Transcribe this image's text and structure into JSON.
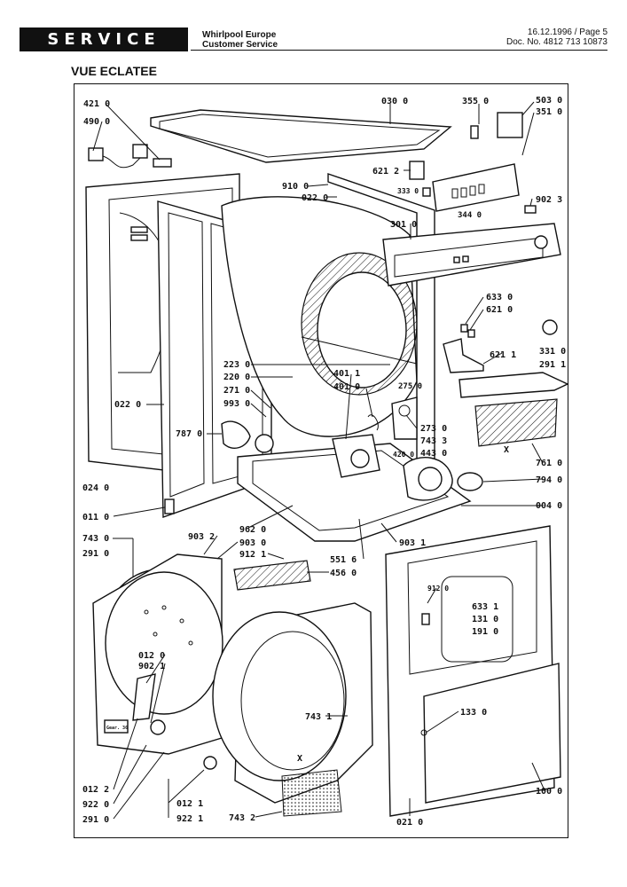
{
  "header": {
    "service_label": "SERVICE",
    "company_line1": "Whirlpool Europe",
    "company_line2": "Customer Service",
    "date_page": "16.12.1996 / Page 5",
    "doc_no": "Doc. No. 4812 713 10873"
  },
  "title": "VUE ECLATEE",
  "callouts": {
    "c0300": "030 0",
    "c4210": "421 0",
    "c4900": "490 0",
    "c3550": "355 0",
    "c5030": "503 0",
    "c3510": "351 0",
    "c6212": "621 2",
    "c9100": "910 0",
    "c0220a": "022 0",
    "c3330": "333 0",
    "c3440": "344 0",
    "c9023": "902 3",
    "c3010": "301 0",
    "c6330": "633 0",
    "c6210": "621 0",
    "c3310": "331 0",
    "c2911a": "291 1",
    "c6211": "621 1",
    "c2230": "223 0",
    "c2200": "220 0",
    "c2710": "271 0",
    "c9930": "993 0",
    "c4011": "401 1",
    "c4010": "401 0",
    "c2750": "275 0",
    "c0220b": "022 0",
    "c7870": "787 0",
    "c2730": "273 0",
    "c7433": "743 3",
    "c4200": "420 0",
    "c4430": "443 0",
    "c7610": "761 0",
    "c7940": "794 0",
    "c0240": "024 0",
    "c0040": "004 0",
    "c0110": "011 0",
    "c9620": "962 0",
    "c9032": "903 2",
    "c9030": "903 0",
    "c9031": "903 1",
    "c7430": "743 0",
    "c2910a": "291 0",
    "c9121a": "912 1",
    "c5516": "551 6",
    "c4560": "456 0",
    "c9120": "912 0",
    "c6331": "633 1",
    "c1310": "131 0",
    "c1910": "191 0",
    "c0120": "012 0",
    "c9021": "902 1",
    "c7431": "743 1",
    "c1330": "133 0",
    "c0122": "012 2",
    "c9220": "922 0",
    "c2910b": "291 0",
    "c0121": "012 1",
    "c9221": "922 1",
    "c7432": "743 2",
    "c0210": "021 0",
    "c1000": "100 0"
  },
  "plate_text": "Gear. 36",
  "arrow_labels": {
    "left": "X",
    "center": "X"
  }
}
